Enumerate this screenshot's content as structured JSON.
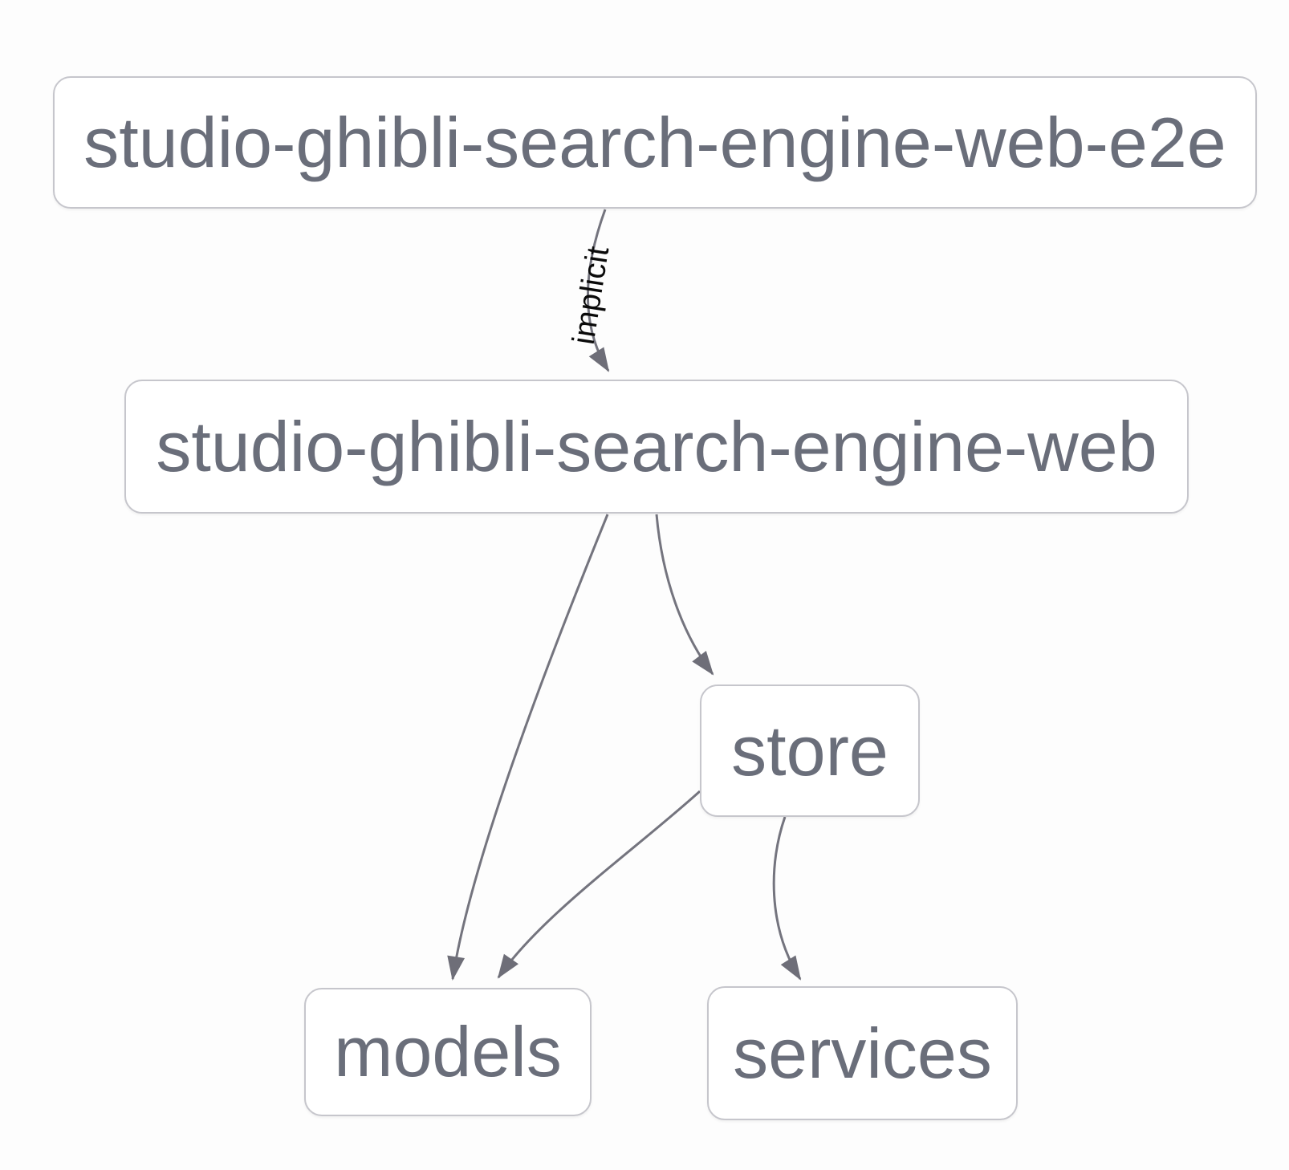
{
  "diagram": {
    "kind": "project-dependency-graph",
    "nodes": [
      {
        "id": "studio-ghibli-search-engine-web-e2e",
        "label": "studio-ghibli-search-engine-web-e2e"
      },
      {
        "id": "studio-ghibli-search-engine-web",
        "label": "studio-ghibli-search-engine-web"
      },
      {
        "id": "store",
        "label": "store"
      },
      {
        "id": "models",
        "label": "models"
      },
      {
        "id": "services",
        "label": "services"
      }
    ],
    "edges": [
      {
        "from": "studio-ghibli-search-engine-web-e2e",
        "to": "studio-ghibli-search-engine-web",
        "label": "implicit"
      },
      {
        "from": "studio-ghibli-search-engine-web",
        "to": "models",
        "label": ""
      },
      {
        "from": "studio-ghibli-search-engine-web",
        "to": "store",
        "label": ""
      },
      {
        "from": "store",
        "to": "models",
        "label": ""
      },
      {
        "from": "store",
        "to": "services",
        "label": ""
      }
    ],
    "colors": {
      "background": "#fdfdfd",
      "node_background": "#ffffff",
      "node_border": "#c6c6cc",
      "node_text": "#6a6e7a",
      "edge": "#74747e",
      "edge_label": "#0a0a0a"
    }
  }
}
